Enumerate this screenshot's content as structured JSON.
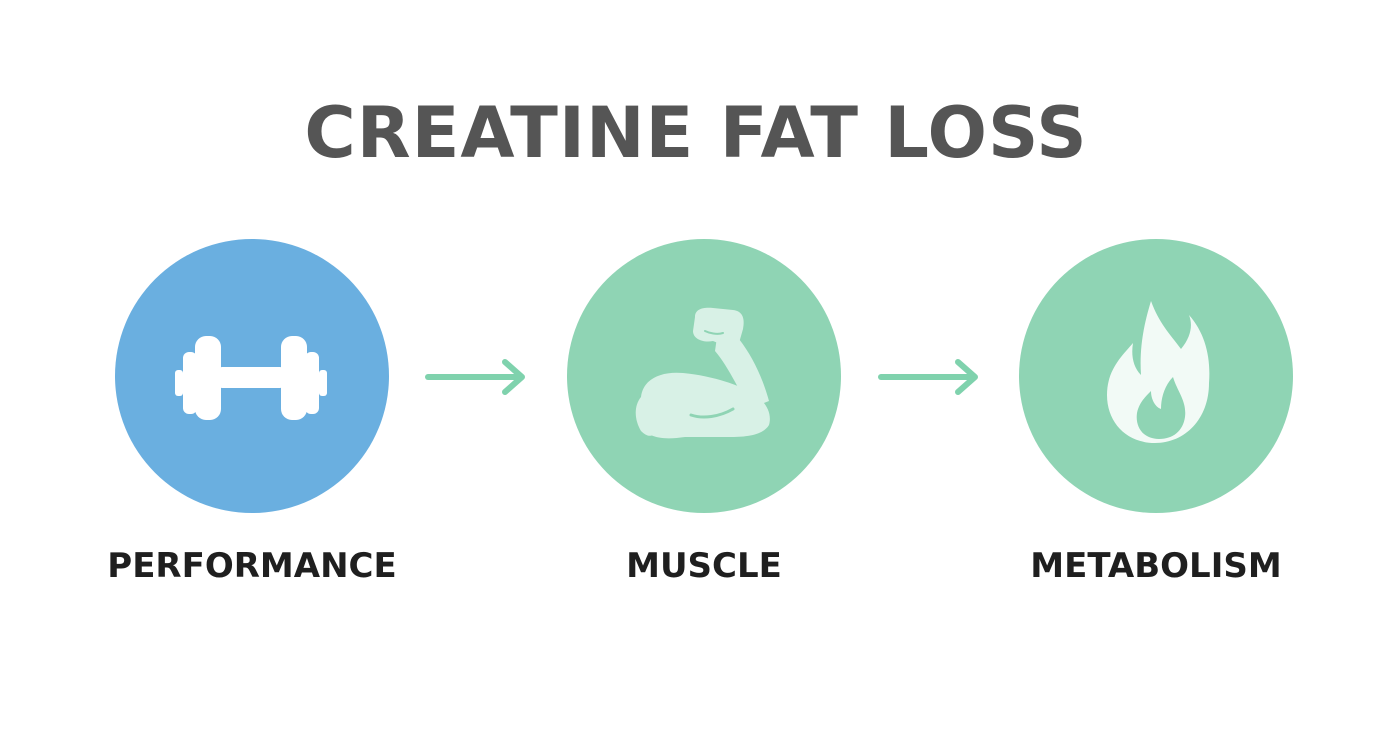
{
  "title": "CREATINE FAT LOSS",
  "steps": [
    {
      "label": "PERFORMANCE",
      "icon": "dumbbell-icon",
      "color": "#6aafe0"
    },
    {
      "label": "MUSCLE",
      "icon": "flexed-arm-icon",
      "color": "#8fd4b4"
    },
    {
      "label": "METABOLISM",
      "icon": "flame-icon",
      "color": "#8fd4b4"
    }
  ],
  "colors": {
    "title": "#555555",
    "label": "#1f1f1f",
    "arrow": "#7fd2ad",
    "icon": "#ffffff",
    "background": "#ffffff"
  }
}
